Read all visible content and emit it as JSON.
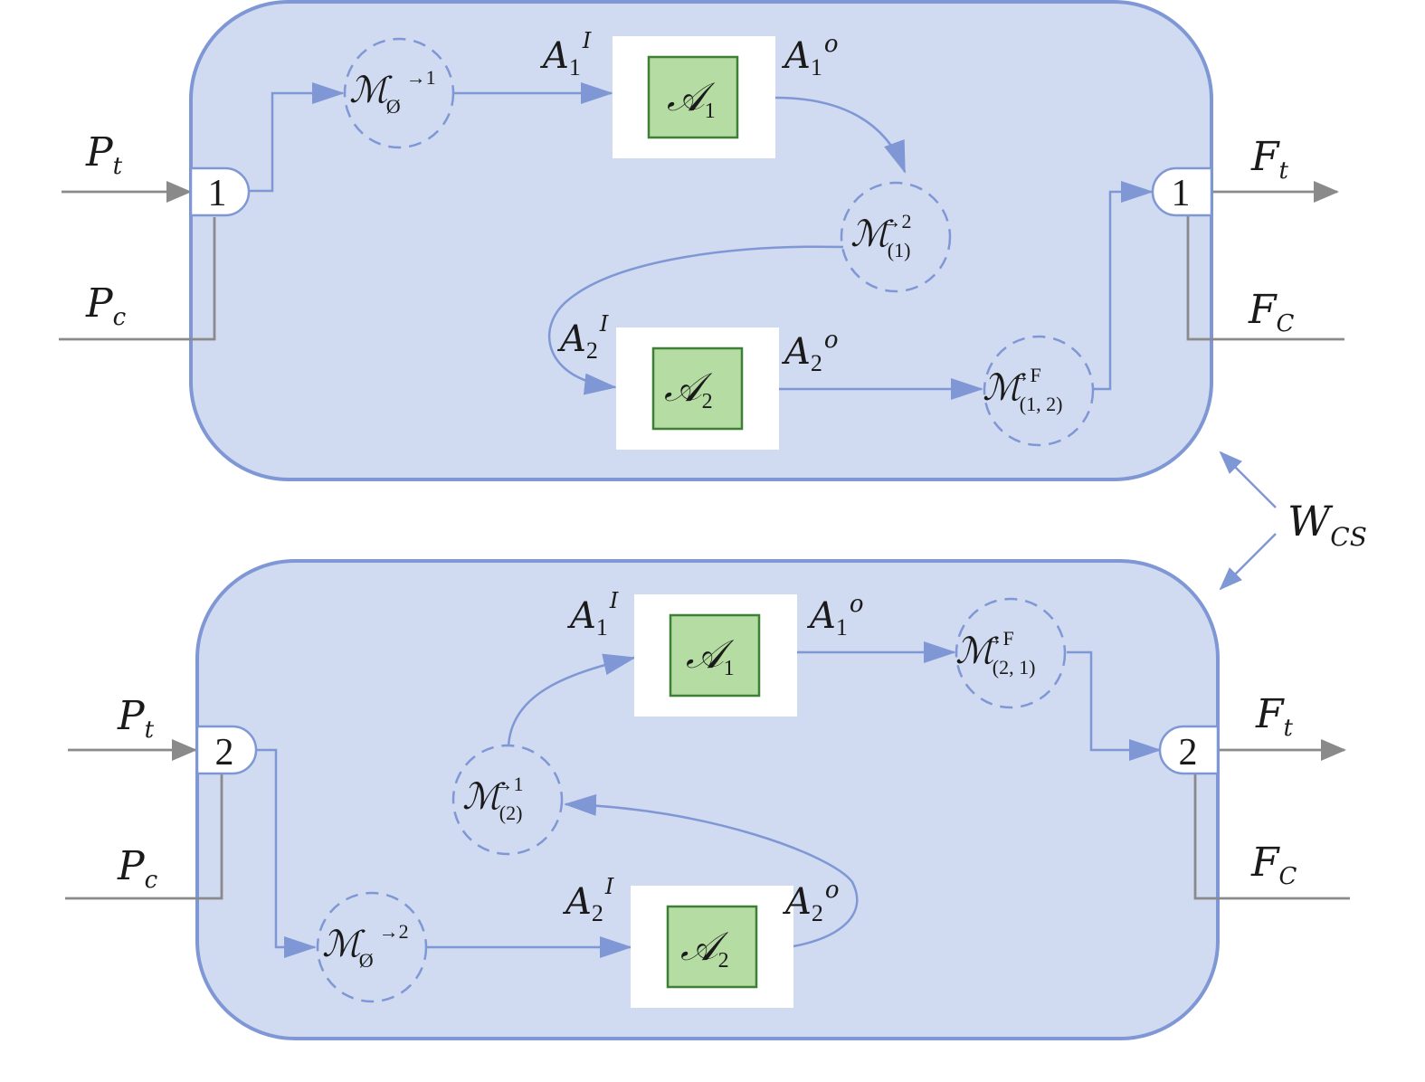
{
  "colors": {
    "panel_fill": "#d0daf0",
    "panel_stroke": "#7f97d4",
    "agent_fill": "#b5dca3",
    "agent_stroke": "#3e7f36",
    "flow": "#7f97d4",
    "io_line": "#8a8a8a"
  },
  "inputs": {
    "time": "P",
    "time_sub": "t",
    "cost": "P",
    "cost_sub": "c"
  },
  "outputs": {
    "time": "F",
    "time_sub": "t",
    "cost": "F",
    "cost_sub": "C"
  },
  "between": {
    "label": "W",
    "label_sub": "CS"
  },
  "panel1": {
    "in_port": "1",
    "out_port": "1",
    "agents": [
      {
        "sym": "𝒜",
        "sub": "1",
        "in_sym": "A",
        "in_sub": "1",
        "in_sup": "I",
        "out_sym": "A",
        "out_sub": "1",
        "out_sup": "o"
      },
      {
        "sym": "𝒜",
        "sub": "2",
        "in_sym": "A",
        "in_sub": "2",
        "in_sup": "I",
        "out_sym": "A",
        "out_sub": "2",
        "out_sup": "o"
      }
    ],
    "modules": [
      {
        "sym": "ℳ",
        "sub": "Ø",
        "sup": "→1"
      },
      {
        "sym": "ℳ",
        "sub": "(1)",
        "sup": "→2"
      },
      {
        "sym": "ℳ",
        "sub": "(1, 2)",
        "sup": "→F"
      }
    ]
  },
  "panel2": {
    "in_port": "2",
    "out_port": "2",
    "agents": [
      {
        "sym": "𝒜",
        "sub": "1",
        "in_sym": "A",
        "in_sub": "1",
        "in_sup": "I",
        "out_sym": "A",
        "out_sub": "1",
        "out_sup": "o"
      },
      {
        "sym": "𝒜",
        "sub": "2",
        "in_sym": "A",
        "in_sub": "2",
        "in_sup": "I",
        "out_sym": "A",
        "out_sub": "2",
        "out_sup": "o"
      }
    ],
    "modules": [
      {
        "sym": "ℳ",
        "sub": "(2, 1)",
        "sup": "→F"
      },
      {
        "sym": "ℳ",
        "sub": "(2)",
        "sup": "→1"
      },
      {
        "sym": "ℳ",
        "sub": "Ø",
        "sup": "→2"
      }
    ]
  }
}
